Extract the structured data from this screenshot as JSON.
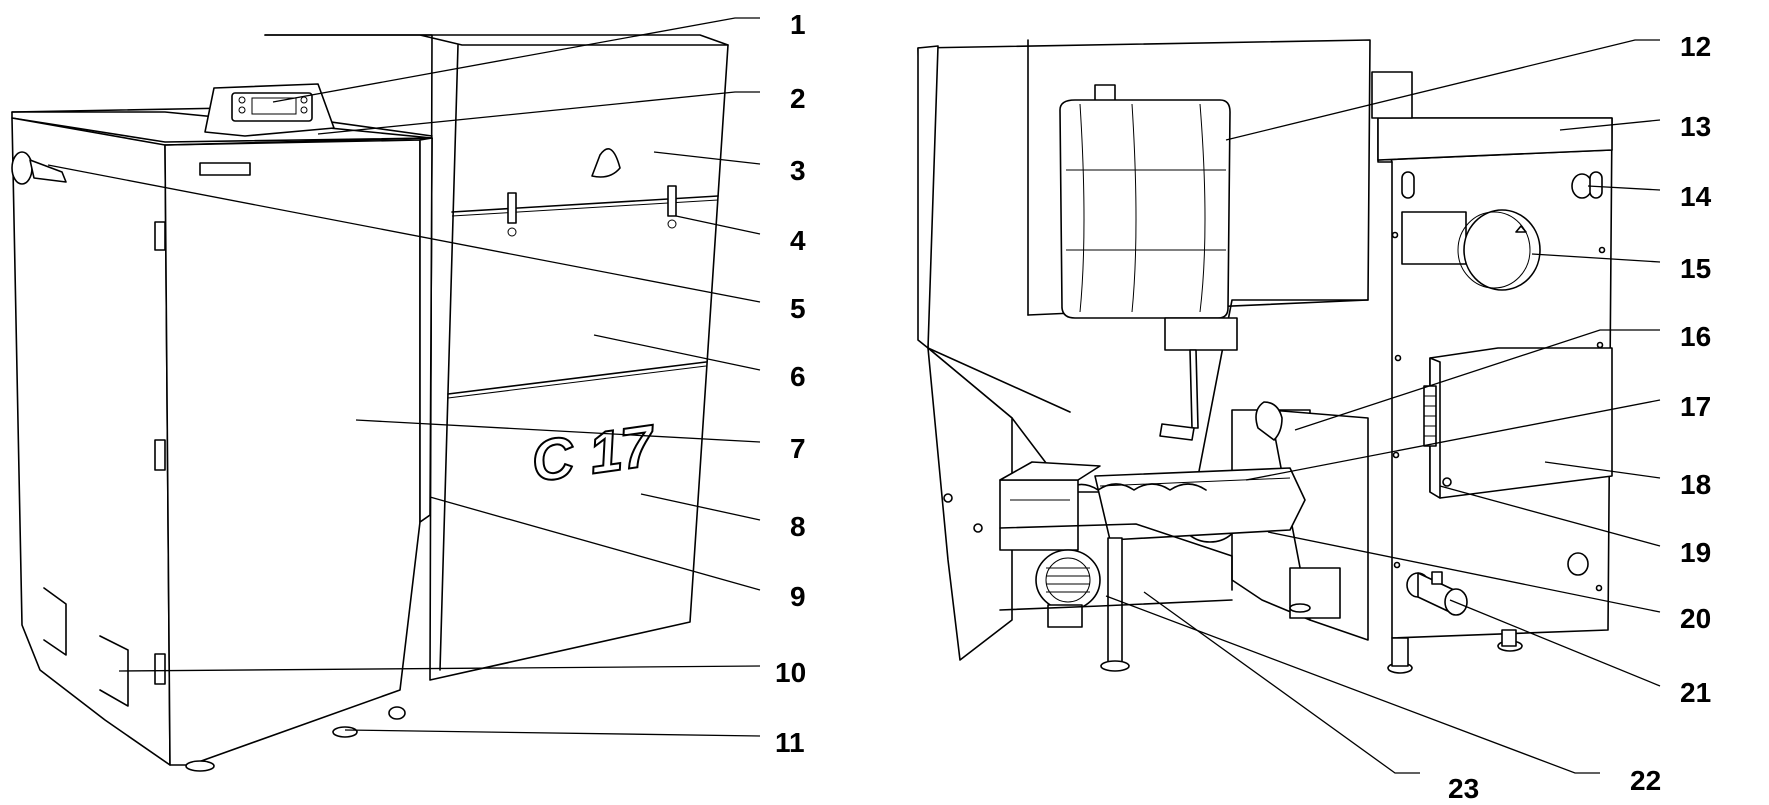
{
  "model_badge": "C 17",
  "callouts": [
    {
      "id": "1",
      "label": "1"
    },
    {
      "id": "2",
      "label": "2"
    },
    {
      "id": "3",
      "label": "3"
    },
    {
      "id": "4",
      "label": "4"
    },
    {
      "id": "5",
      "label": "5"
    },
    {
      "id": "6",
      "label": "6"
    },
    {
      "id": "7",
      "label": "7"
    },
    {
      "id": "8",
      "label": "8"
    },
    {
      "id": "9",
      "label": "9"
    },
    {
      "id": "10",
      "label": "10"
    },
    {
      "id": "11",
      "label": "11"
    },
    {
      "id": "12",
      "label": "12"
    },
    {
      "id": "13",
      "label": "13"
    },
    {
      "id": "14",
      "label": "14"
    },
    {
      "id": "15",
      "label": "15"
    },
    {
      "id": "16",
      "label": "16"
    },
    {
      "id": "17",
      "label": "17"
    },
    {
      "id": "18",
      "label": "18"
    },
    {
      "id": "19",
      "label": "19"
    },
    {
      "id": "20",
      "label": "20"
    },
    {
      "id": "21",
      "label": "21"
    },
    {
      "id": "22",
      "label": "22"
    },
    {
      "id": "23",
      "label": "23"
    }
  ]
}
